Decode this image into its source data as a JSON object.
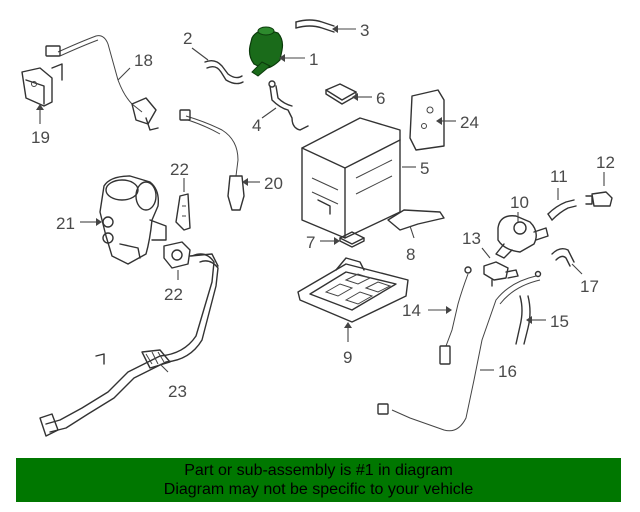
{
  "diagram": {
    "callouts": [
      "1",
      "2",
      "3",
      "4",
      "5",
      "6",
      "7",
      "8",
      "9",
      "10",
      "11",
      "12",
      "13",
      "14",
      "15",
      "16",
      "17",
      "18",
      "19",
      "20",
      "21",
      "22",
      "22",
      "23",
      "24"
    ],
    "highlight_color": "#1a6b1a",
    "banner_color": "#007700"
  },
  "banner": {
    "line1": "Part or sub-assembly is #1 in diagram",
    "line2": "Diagram may not be specific to your vehicle"
  }
}
